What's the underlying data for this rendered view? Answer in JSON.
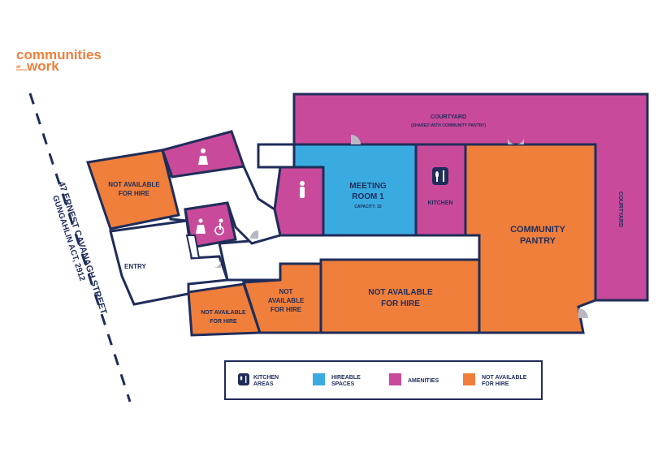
{
  "brand": {
    "logo_line1": "communities",
    "logo_at": "at",
    "logo_line2": "work"
  },
  "address": {
    "street": "47 ERNEST CAVANAGH STREET",
    "suburb": "GUNGAHLIN ACT, 2912"
  },
  "rooms": {
    "courtyard_top": "COURTYARD",
    "courtyard_top_note": "(SHARED WITH COMMUNITY PANTRY)",
    "courtyard_right": "COURTYARD",
    "meeting_room_line1": "MEETING",
    "meeting_room_line2": "ROOM 1",
    "meeting_room_capacity": "CAPACITY: 15",
    "kitchen": "KITCHEN",
    "community_pantry_line1": "COMMUNITY",
    "community_pantry_line2": "PANTRY",
    "nafh_topleft_line1": "NOT AVAILABLE",
    "nafh_topleft_line2": "FOR HIRE",
    "nafh_bottomleft_line1": "NOT AVAILABLE",
    "nafh_bottomleft_line2": "FOR HIRE",
    "nafh_small_line1": "NOT",
    "nafh_small_line2": "AVAILABLE",
    "nafh_small_line3": "FOR HIRE",
    "nafh_large_line1": "NOT AVAILABLE",
    "nafh_large_line2": "FOR HIRE",
    "entry": "ENTRY"
  },
  "legend": {
    "items": [
      {
        "label_line1": "KITCHEN",
        "label_line2": "AREAS",
        "swatch": "kitchen-icon"
      },
      {
        "label_line1": "HIREABLE",
        "label_line2": "SPACES",
        "swatch": "#3aabe0"
      },
      {
        "label_line1": "AMENITIES",
        "label_line2": "",
        "swatch": "#c94a9a"
      },
      {
        "label_line1": "NOT AVAILABLE",
        "label_line2": "FOR HIRE",
        "swatch": "#f07f3c"
      }
    ]
  },
  "colors": {
    "wall": "#1f2d5a",
    "amenities": "#c94a9a",
    "hireable": "#3aabe0",
    "not_available": "#f07f3c",
    "brand": "#f07f3c"
  }
}
